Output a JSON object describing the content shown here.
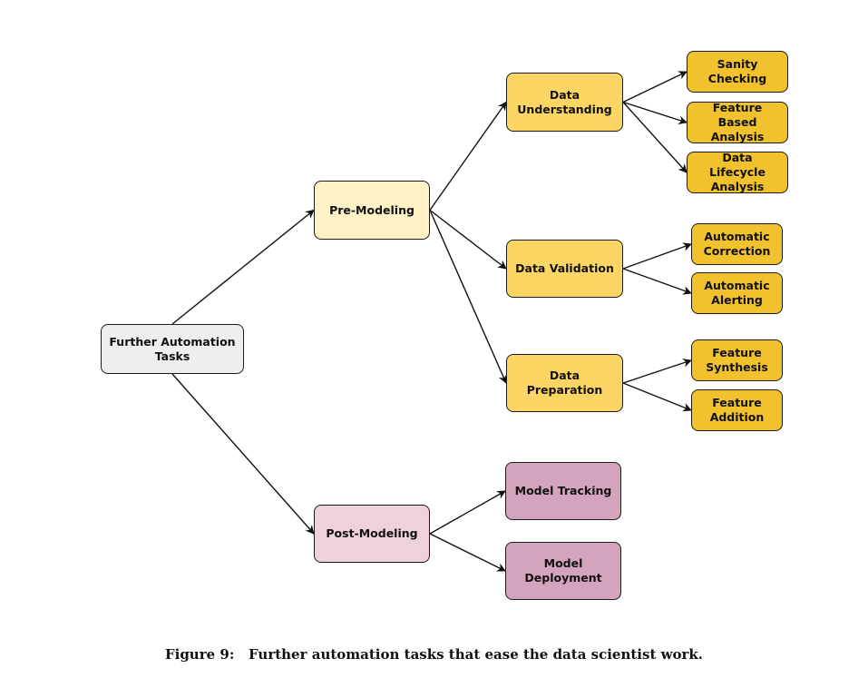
{
  "colors": {
    "root_fill": "#eeeeee",
    "pre_fill": "#fff1c6",
    "pre_child_fill": "#fdd565",
    "leaf_yellow_fill": "#f2c12e",
    "post_fill": "#efd1dc",
    "post_child_fill": "#d4a3bc",
    "edge": "#111111"
  },
  "nodes": {
    "root": "Further Automation Tasks",
    "pre_modeling": "Pre-Modeling",
    "post_modeling": "Post-Modeling",
    "data_understanding": "Data Understanding",
    "data_validation": "Data Validation",
    "data_preparation": "Data Preparation",
    "sanity_checking": "Sanity Checking",
    "feature_based_analysis": "Feature Based Analysis",
    "data_lifecycle_analysis": "Data Lifecycle Analysis",
    "automatic_correction": "Automatic Correction",
    "automatic_alerting": "Automatic Alerting",
    "feature_synthesis": "Feature Synthesis",
    "feature_addition": "Feature Addition",
    "model_tracking": "Model Tracking",
    "model_deployment": "Model Deployment"
  },
  "edges": [
    [
      "root",
      "pre_modeling"
    ],
    [
      "root",
      "post_modeling"
    ],
    [
      "pre_modeling",
      "data_understanding"
    ],
    [
      "pre_modeling",
      "data_validation"
    ],
    [
      "pre_modeling",
      "data_preparation"
    ],
    [
      "data_understanding",
      "sanity_checking"
    ],
    [
      "data_understanding",
      "feature_based_analysis"
    ],
    [
      "data_understanding",
      "data_lifecycle_analysis"
    ],
    [
      "data_validation",
      "automatic_correction"
    ],
    [
      "data_validation",
      "automatic_alerting"
    ],
    [
      "data_preparation",
      "feature_synthesis"
    ],
    [
      "data_preparation",
      "feature_addition"
    ],
    [
      "post_modeling",
      "model_tracking"
    ],
    [
      "post_modeling",
      "model_deployment"
    ]
  ],
  "caption": {
    "label": "Figure 9:",
    "text": "Further automation tasks that ease the data scientist work."
  }
}
